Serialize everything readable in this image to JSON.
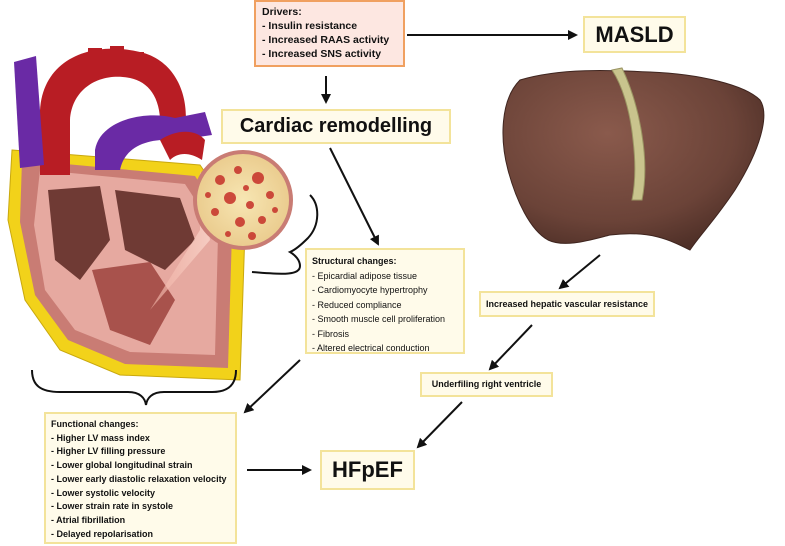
{
  "drivers": {
    "title": "Drivers:",
    "items": [
      "- Insulin resistance",
      "- Increased RAAS activity",
      "- Increased SNS activity"
    ]
  },
  "masld": {
    "label": "MASLD"
  },
  "cardiac_remodelling": {
    "label": "Cardiac remodelling"
  },
  "structural": {
    "title": "Structural changes:",
    "items": [
      "- Epicardial adipose tissue",
      "- Cardiomyocyte hypertrophy",
      "- Reduced compliance",
      "- Smooth muscle cell proliferation",
      "- Fibrosis",
      "- Altered electrical conduction"
    ]
  },
  "hepatic": {
    "label": "Increased hepatic vascular resistance"
  },
  "underfilling": {
    "label": "Underfiling right ventricle"
  },
  "functional": {
    "title": "Functional changes:",
    "items": [
      "- Higher LV mass index",
      "- Higher LV filling pressure",
      "- Lower global longitudinal strain",
      "- Lower early diastolic relaxation velocity",
      "- Lower systolic velocity",
      "- Lower strain rate in systole",
      "- Atrial fibrillation",
      "- Delayed repolarisation"
    ]
  },
  "hfpef": {
    "label": "HFpEF"
  },
  "colors": {
    "box_border": "#f3e39a",
    "box_fill": "#fffbea",
    "drivers_border": "#f0a060",
    "drivers_fill": "#fde7e1",
    "liver": "#6b4338",
    "heart_red": "#b81d24",
    "vessel_purple": "#6a2aa5",
    "fat_yellow": "#f2d21a"
  }
}
